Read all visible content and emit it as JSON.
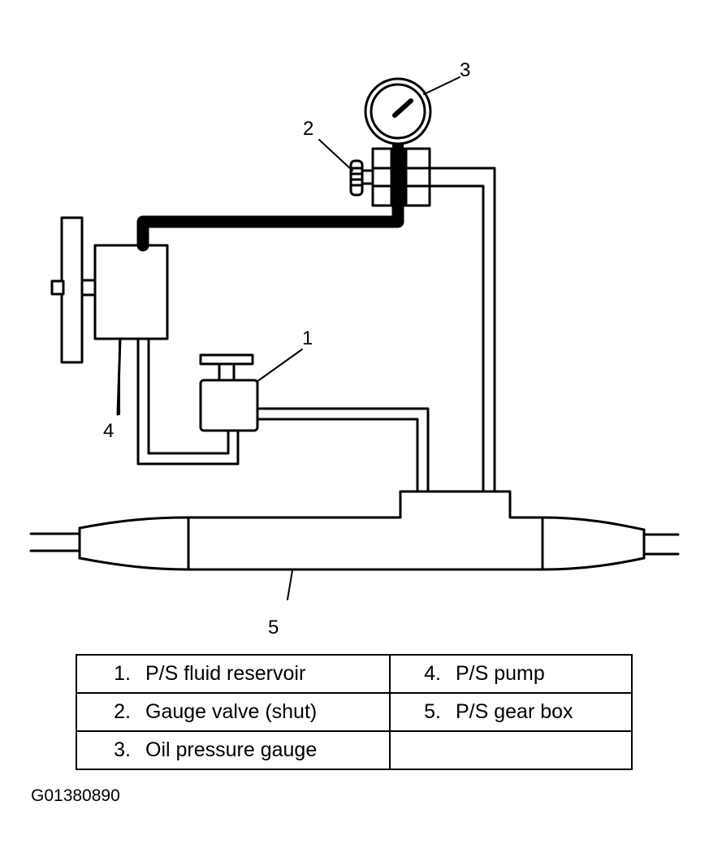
{
  "callouts": {
    "reservoir": "1",
    "gauge_valve": "2",
    "pressure_gauge": "3",
    "pump": "4",
    "gear_box": "5"
  },
  "legend": {
    "rows": [
      {
        "left": {
          "num": "1.",
          "label": "P/S fluid reservoir"
        },
        "right": {
          "num": "4.",
          "label": "P/S pump"
        }
      },
      {
        "left": {
          "num": "2.",
          "label": "Gauge valve (shut)"
        },
        "right": {
          "num": "5.",
          "label": "P/S gear box"
        }
      },
      {
        "left": {
          "num": "3.",
          "label": "Oil pressure gauge"
        },
        "right": {
          "num": "",
          "label": ""
        }
      }
    ]
  },
  "figure_id": "G01380890"
}
